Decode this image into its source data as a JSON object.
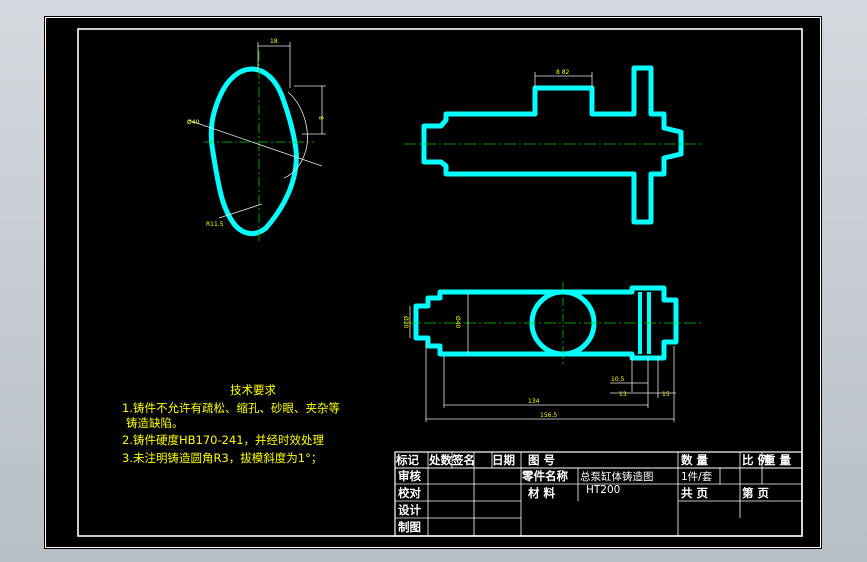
{
  "notes": {
    "title": "技术要求",
    "lines": [
      "1.铸件不允许有疏松、缩孔、砂眼、夹杂等",
      "铸造缺陷。",
      "2.铸件硬度HB170-241，并经时效处理",
      "3.未注明铸造圆角R3，拔模斜度为1°；"
    ]
  },
  "dimensions": {
    "d_top_width": "18",
    "d_phi": "Ø40",
    "d_r": "R11.5",
    "d_right": "8",
    "d_shaft_len": "8 82",
    "d_left_phi": "Ø20",
    "d_mid_phi": "Ø40",
    "d_105": "10.5",
    "d_13": "13",
    "d_15": "15",
    "d_134": "134",
    "d_156": "156.5"
  },
  "title_block": {
    "r1": [
      "标记",
      "处数",
      "签名",
      "日期",
      "图 号"
    ],
    "qty": "数 量",
    "scale": "比 例",
    "weight": "重 量",
    "part_label": "零件名称",
    "part_name": "总泵缸体铸造图",
    "per_set": "1件/套",
    "material_label": "材 料",
    "material": "HT200",
    "total_pages": "共 页",
    "page": "第 页",
    "roles": [
      "审核",
      "校对",
      "设计",
      "制图"
    ]
  }
}
